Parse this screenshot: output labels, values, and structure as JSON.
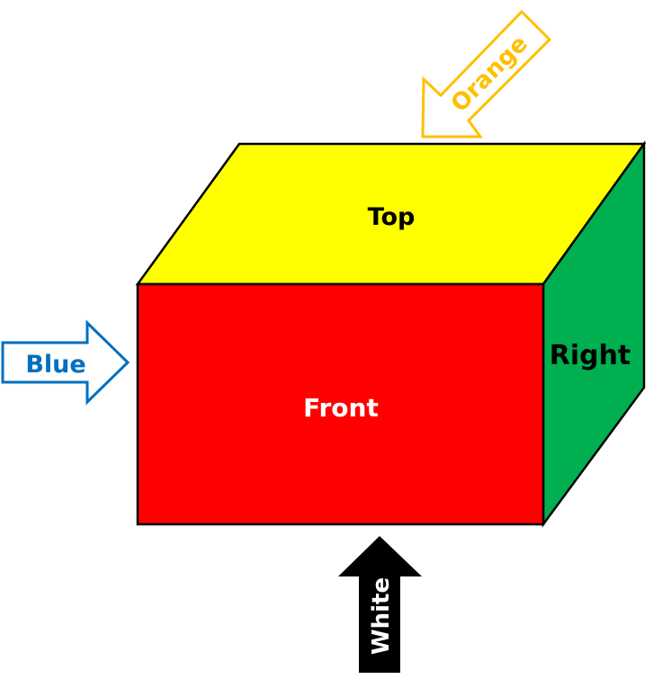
{
  "faces": {
    "top": {
      "label": "Top",
      "color": "#ffff00"
    },
    "front": {
      "label": "Front",
      "color": "#ff0000"
    },
    "right": {
      "label": "Right",
      "color": "#00b050"
    }
  },
  "arrows": {
    "blue": {
      "label": "Blue",
      "color": "#0070c0"
    },
    "orange": {
      "label": "Orange",
      "color": "#ffc000"
    },
    "white": {
      "label": "White",
      "color": "#000000"
    }
  }
}
